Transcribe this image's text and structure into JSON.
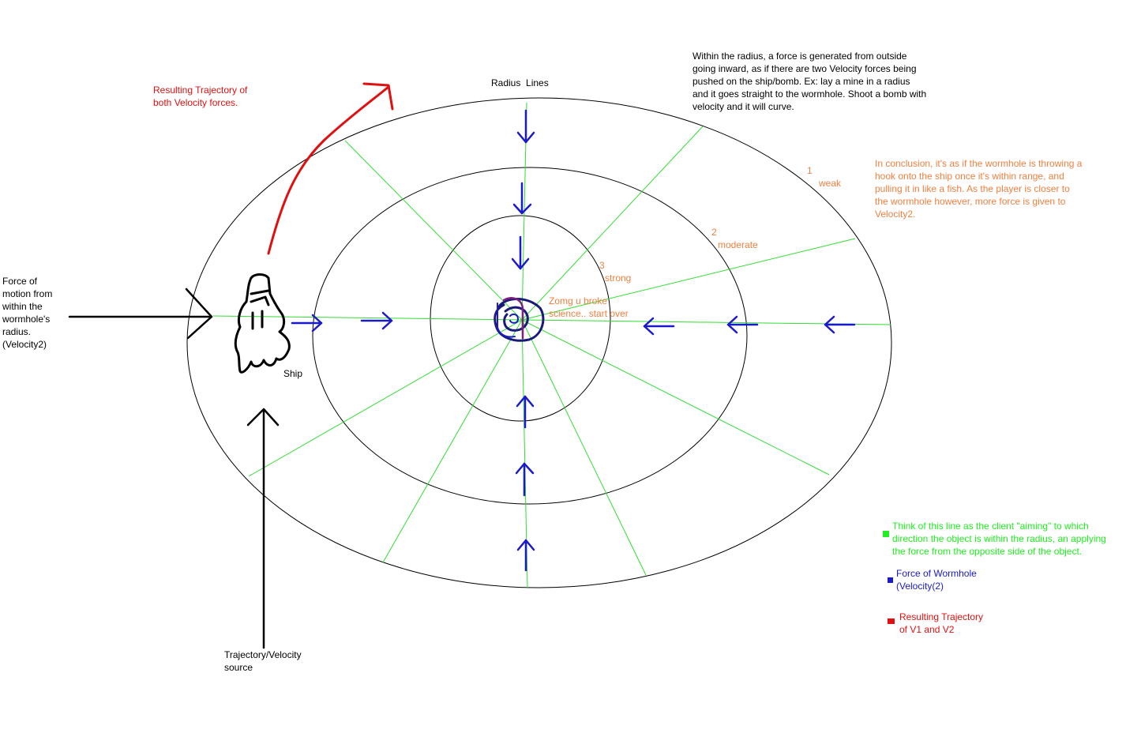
{
  "colors": {
    "radius_lines": "#33dd33",
    "force": "#1a1acc",
    "trajectory": "#e01010",
    "ring_labels": "#f08040",
    "text": "#000000",
    "legend_green": "#22ee22",
    "wormhole_purple": "#802080"
  },
  "labels": {
    "radius_lines": "Radius  Lines",
    "resulting_trajectory": "Resulting Trajectory of\nboth Velocity forces.",
    "explanation": "Within the radius, a force is generated from outside\ngoing inward, as if there are two Velocity forces being\npushed on the ship/bomb. Ex: lay a mine in a radius\nand it goes straight to the wormhole. Shoot a bomb with\nvelocity and it will curve.",
    "conclusion": "In conclusion, it's as if the wormhole is throwing a\nhook onto the ship once it's within range, and\npulling it in like a fish. As the player is closer to\nthe wormhole however, more force is given to\nVelocity2.",
    "ring1_number": "1",
    "ring1_name": "weak",
    "ring2_number": "2",
    "ring2_name": "moderate",
    "ring3_number": "3",
    "ring3_name": "strong",
    "wormhole_note": "Zomg u broke\nscience.. start over",
    "force_motion": "Force of\nmotion from\nwithin the\nwormhole's\nradius.\n(Velocity2)",
    "ship": "Ship",
    "trajectory_source": "Trajectory/Velocity\nsource"
  },
  "legend": [
    {
      "color": "#22ee22",
      "text": "Think of this line as the client \"aiming\" to which\ndirection the object is within the radius, an applying\nthe force from the opposite side of the object."
    },
    {
      "color": "#1a1acc",
      "text": "Force of Wormhole\n(Velocity(2)"
    },
    {
      "color": "#e01010",
      "text": "Resulting Trajectory\nof V1 and V2"
    }
  ],
  "icons": {
    "ship": "ship-sketch-icon",
    "wormhole": "wormhole-swirl-icon"
  }
}
